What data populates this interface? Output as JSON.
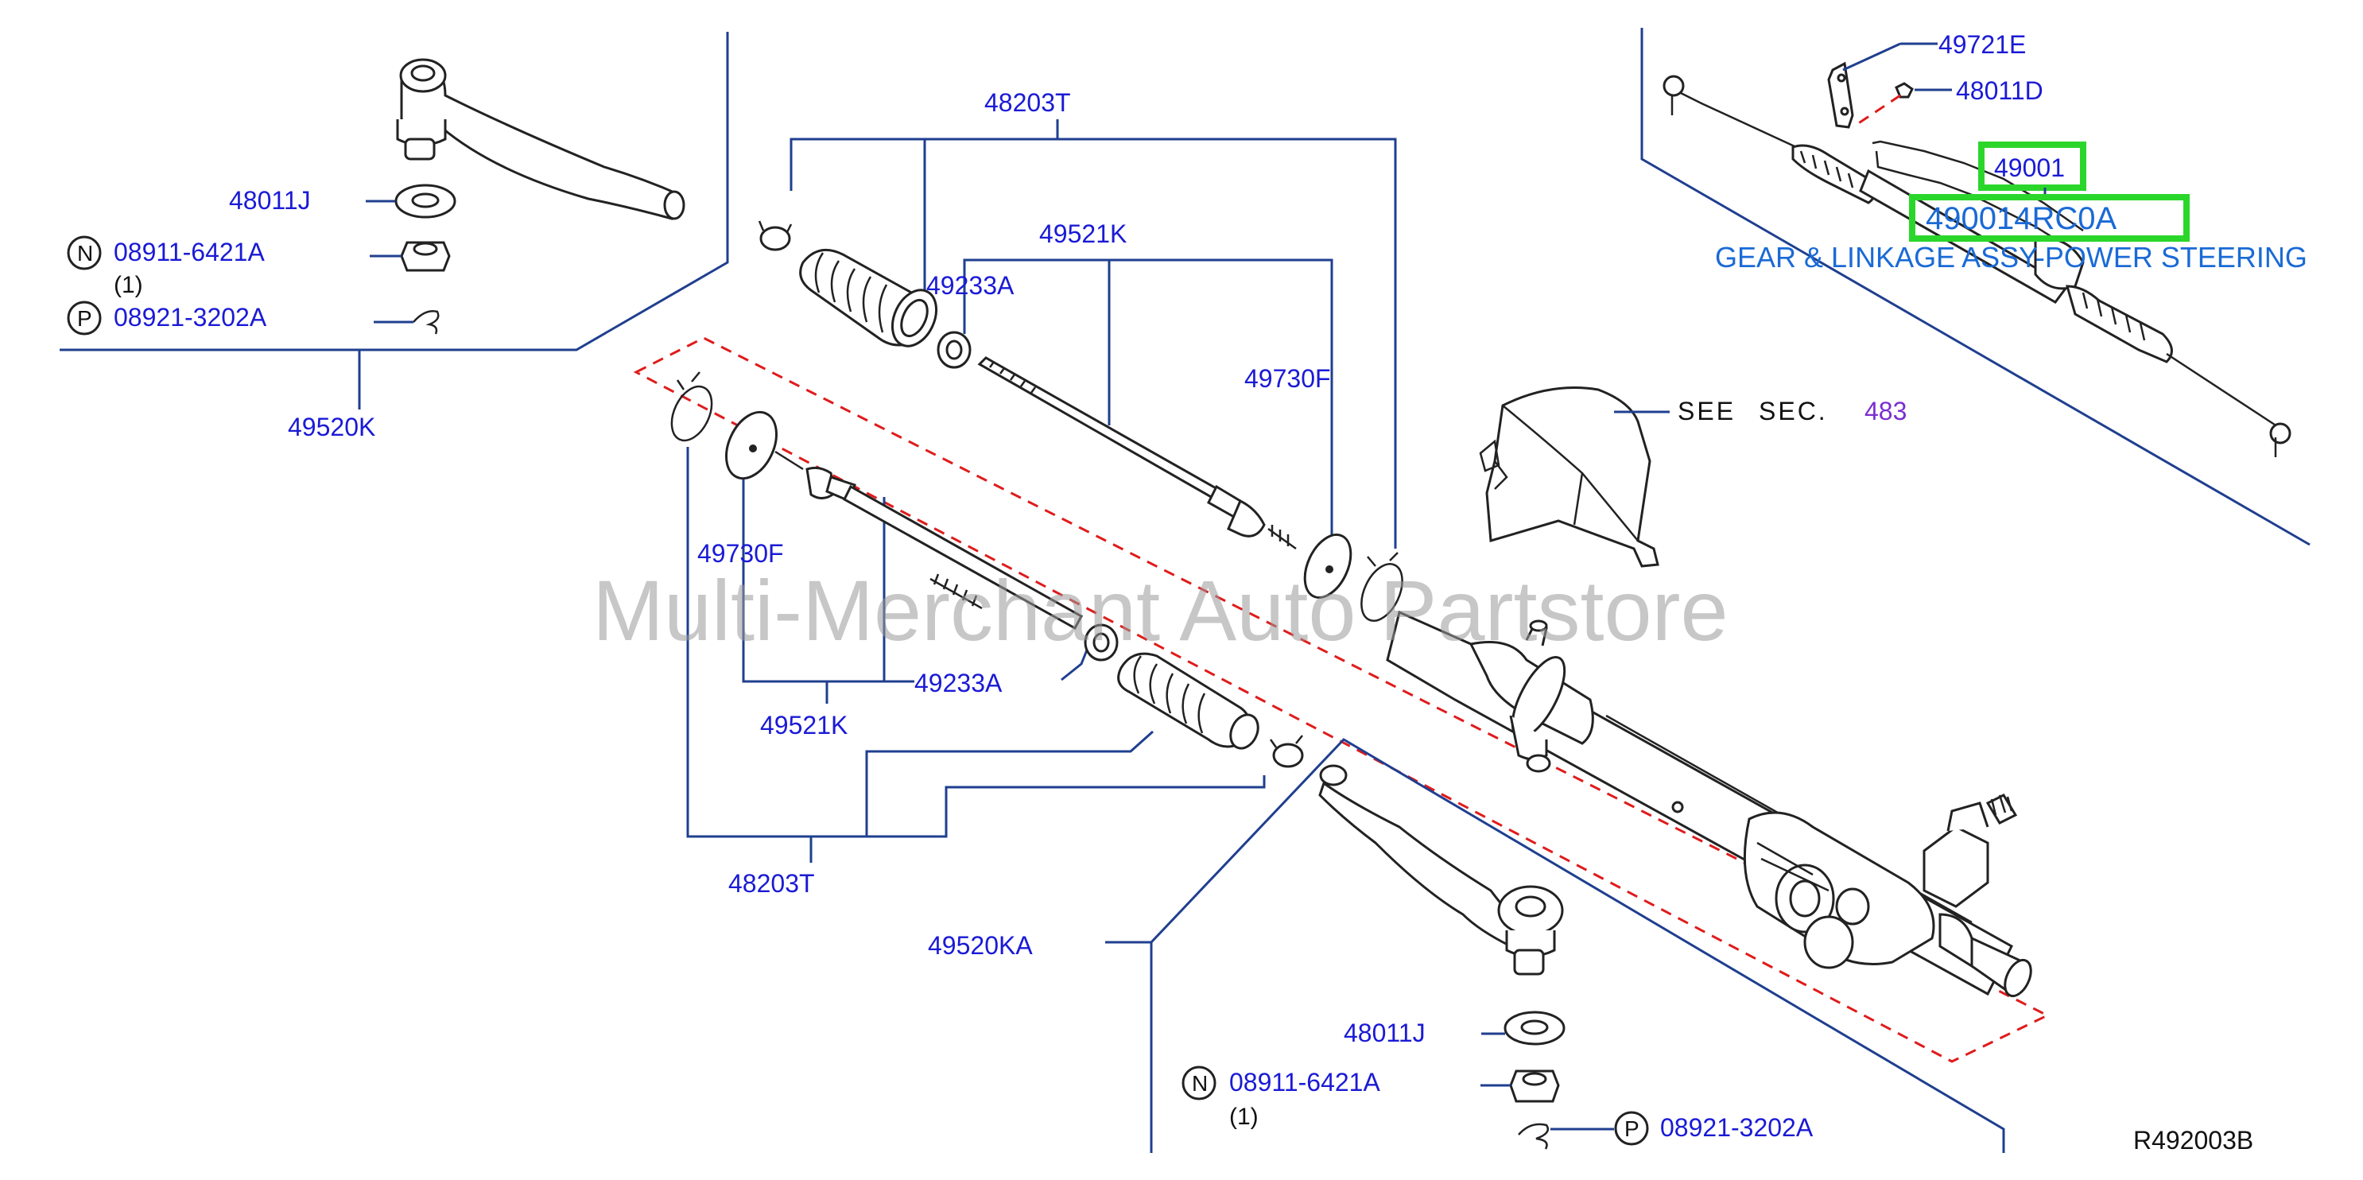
{
  "watermark": "Multi-Merchant Auto Partstore",
  "diagram_code": "R492003B",
  "parts": {
    "p48011J_top": "48011J",
    "p08911_top": "08911-6421A",
    "p08911_top_qty": "(1)",
    "p08921_top": "08921-3202A",
    "p49520K": "49520K",
    "p48203T_top": "48203T",
    "p49521K_top": "49521K",
    "p49233A_top": "49233A",
    "p49730F_right": "49730F",
    "p49730F_left": "49730F",
    "p49233A_bottom": "49233A",
    "p49521K_bottom": "49521K",
    "p48203T_bottom": "48203T",
    "p49520KA": "49520KA",
    "p48011J_bottom": "48011J",
    "p08911_bottom": "08911-6421A",
    "p08911_bottom_qty": "(1)",
    "p08921_bottom": "08921-3202A",
    "p49721E": "49721E",
    "p48011D": "48011D",
    "p49001": "49001",
    "p49001_full": "490014RC0A",
    "assembly_caption": "GEAR & LINKAGE ASSY-POWER STEERING",
    "see": "SEE",
    "sec": "SEC.",
    "sec_ref": "483"
  },
  "markers": {
    "n": "N",
    "p": "P"
  },
  "colors": {
    "label": "#1a1ad6",
    "callout_line": "#1f3f8f",
    "dashed_box": "#e01b1b",
    "highlight": "#2bd62b",
    "watermark": "#9a9a9a"
  }
}
